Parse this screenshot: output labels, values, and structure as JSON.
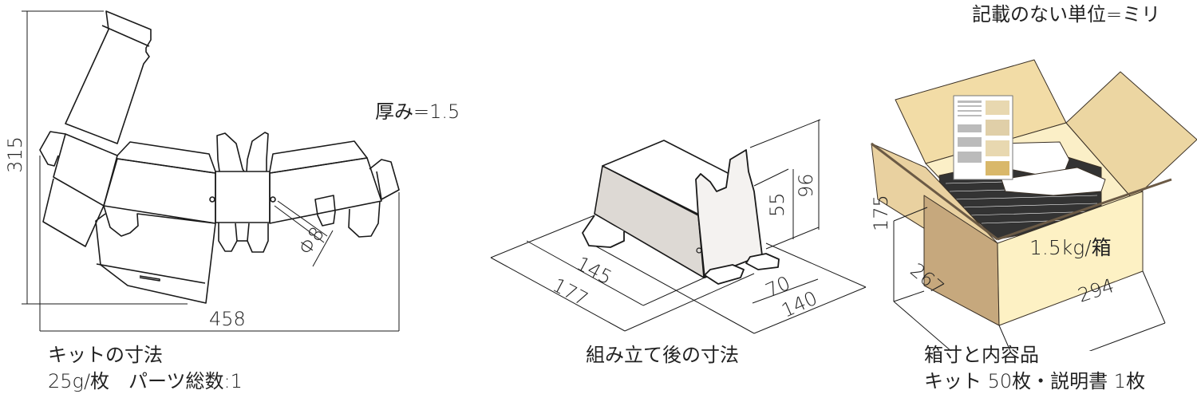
{
  "header": {
    "unit_note": "記載のない単位=ミリ"
  },
  "panels": [
    {
      "id": "kit",
      "caption_line1": "キットの寸法",
      "caption_line2": "25g/枚　パーツ総数:1",
      "thickness_label": "厚み=1.5",
      "dimensions": {
        "height": "315",
        "width": "458",
        "hole_diameter": "Φ8"
      }
    },
    {
      "id": "assembled",
      "caption_line1": "組み立て後の寸法",
      "dimensions": {
        "length_body": "145",
        "length_total": "177",
        "width_body": "70",
        "width_total": "140",
        "height_body": "55",
        "height_total": "96"
      }
    },
    {
      "id": "box",
      "caption_line1": "箱寸と内容品",
      "caption_line2": "キット 50枚・説明書 1枚",
      "weight_label": "1.5kg/箱",
      "dimensions": {
        "height": "175",
        "depth": "267",
        "width": "294"
      }
    }
  ],
  "colors": {
    "line": "#1a1a1a",
    "cardboard_front": "#fdf1c4",
    "cardboard_side": "#c9aa7c",
    "cardboard_flap": "#f2dca6",
    "cardboard_edge": "#6b5a45",
    "kit_side_gray": "#ddd9d4",
    "kit_face_light": "#f4f2f0"
  }
}
